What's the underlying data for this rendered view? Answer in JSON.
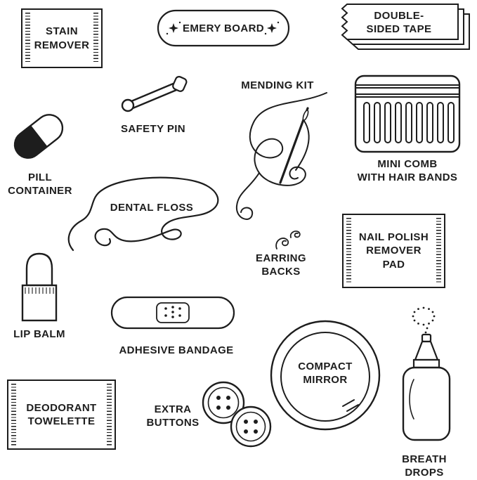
{
  "canvas": {
    "background": "#ffffff",
    "ink": "#1d1d1d"
  },
  "items": {
    "stain_remover": {
      "label": "STAIN\nREMOVER",
      "icon": "stain-remover-packet-icon"
    },
    "emery_board": {
      "label": "EMERY BOARD",
      "icon": "emery-board-icon"
    },
    "double_sided_tape": {
      "label": "DOUBLE-\nSIDED TAPE",
      "icon": "tape-strips-icon"
    },
    "safety_pin": {
      "label": "SAFETY PIN",
      "icon": "safety-pin-icon"
    },
    "mending_kit": {
      "label": "MENDING KIT",
      "icon": "needle-and-thread-icon"
    },
    "mini_comb": {
      "label": "MINI COMB\nWITH HAIR BANDS",
      "icon": "comb-with-bands-icon"
    },
    "pill_container": {
      "label": "PILL\nCONTAINER",
      "icon": "capsule-icon"
    },
    "dental_floss": {
      "label": "DENTAL FLOSS",
      "icon": "floss-squiggle-icon"
    },
    "earring_backs": {
      "label": "EARRING\nBACKS",
      "icon": "earring-backs-icon"
    },
    "nail_polish_pad": {
      "label": "NAIL POLISH\nREMOVER\nPAD",
      "icon": "remover-pad-packet-icon"
    },
    "lip_balm": {
      "label": "LIP BALM",
      "icon": "lip-balm-tube-icon"
    },
    "adhesive_bandage": {
      "label": "ADHESIVE BANDAGE",
      "icon": "bandage-icon"
    },
    "compact_mirror": {
      "label": "COMPACT\nMIRROR",
      "icon": "compact-mirror-icon"
    },
    "breath_drops": {
      "label": "BREATH\nDROPS",
      "icon": "drops-bottle-icon"
    },
    "deodorant_towelette": {
      "label": "DEODORANT\nTOWELETTE",
      "icon": "towelette-packet-icon"
    },
    "extra_buttons": {
      "label": "EXTRA\nBUTTONS",
      "icon": "sewing-buttons-icon"
    }
  }
}
